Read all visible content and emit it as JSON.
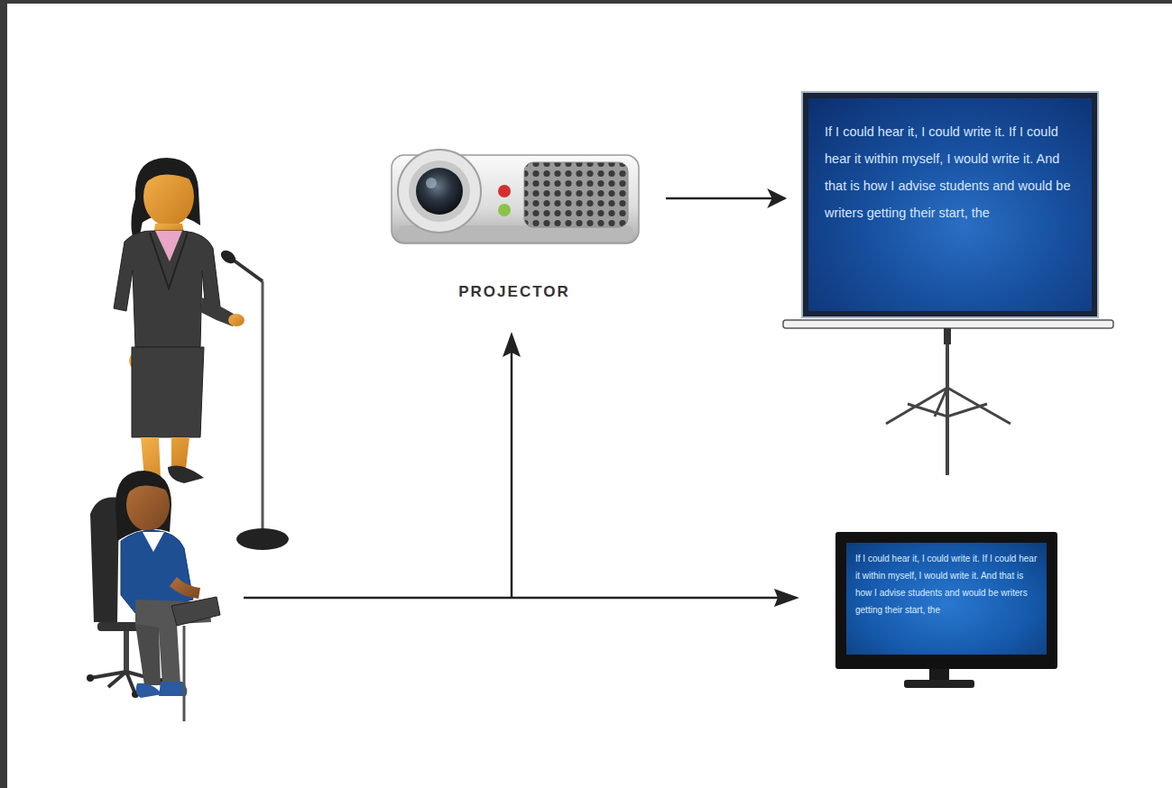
{
  "diagram": {
    "nodes": [
      {
        "text": [
          "PROJECTOR"
        ]
      },
      {
        "text": [
          "If I could hear it, I could write it. If I could hear it within myself, I would write it. And that is how I advise students and would be writers getting their start, the"
        ]
      },
      {
        "text": [
          "If I could hear it, I could write it. If I could hear it within myself, I would write it. And that is how I advise students and would be writers getting their start, the"
        ]
      }
    ],
    "edges": [
      {
        "from": 0,
        "to": 1,
        "arrow": "to"
      }
    ]
  }
}
